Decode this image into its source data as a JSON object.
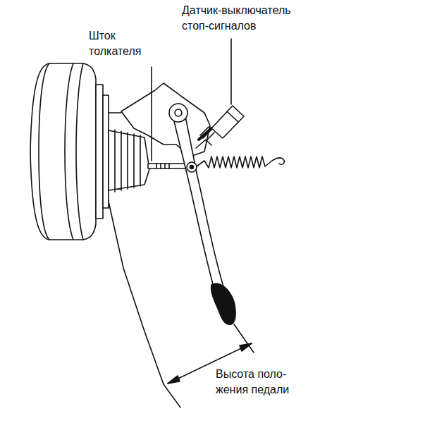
{
  "diagram": {
    "labels": [
      "Датчик-выключатель стоп-сигналов",
      "Шток толкателя",
      "Высота поло- жения педали"
    ]
  }
}
